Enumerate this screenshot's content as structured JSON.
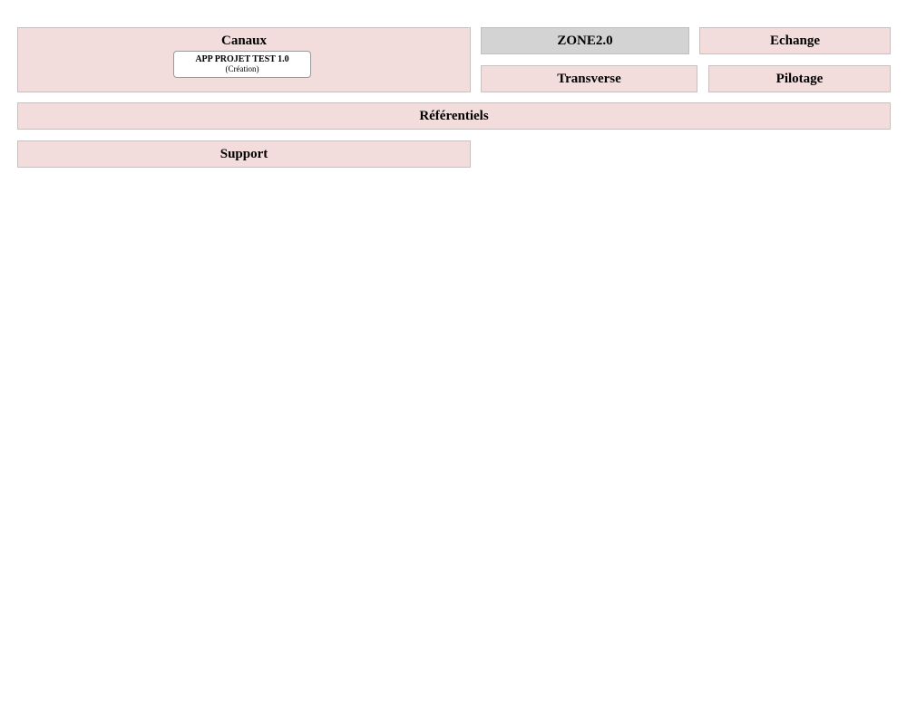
{
  "colors": {
    "page_bg": "#ffffff",
    "pink_bg": "#f2dddc",
    "pink_border": "#c9c1c1",
    "gray_bg": "#d3d3d3",
    "gray_border": "#bfbfbf",
    "app_border": "#9a9a9a",
    "text": "#000000"
  },
  "zones": {
    "canaux": {
      "label": "Canaux"
    },
    "zone2": {
      "label": "ZONE2.0"
    },
    "echange": {
      "label": "Echange"
    },
    "transverse": {
      "label": "Transverse"
    },
    "pilotage": {
      "label": "Pilotage"
    },
    "referentiels": {
      "label": "Référentiels"
    },
    "support": {
      "label": "Support"
    }
  },
  "app": {
    "title": "APP PROJET TEST 1.0",
    "subtitle": "(Création)"
  }
}
